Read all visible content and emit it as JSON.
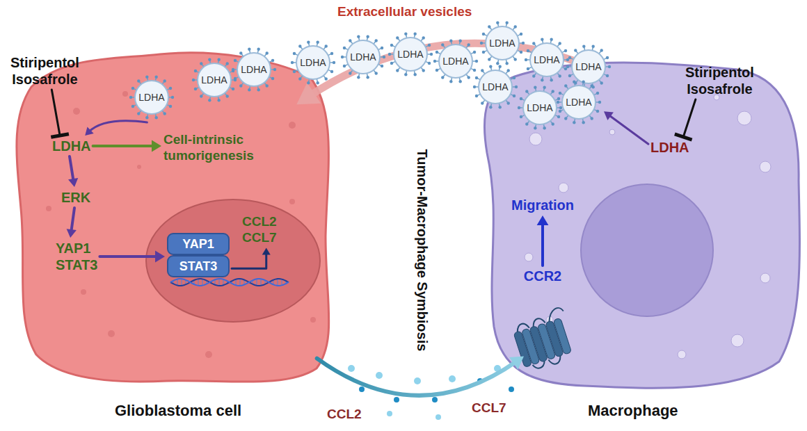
{
  "diagram": {
    "nodes": [
      {
        "text": [
          "Glioblastoma cell"
        ]
      },
      {
        "text": [
          "Stiripentol Isosafrole"
        ]
      },
      {
        "text": [
          "LDHA"
        ],
        "in": 0
      },
      {
        "text": [
          "ERK"
        ],
        "in": 0
      },
      {
        "text": [
          "YAP1 STAT3"
        ],
        "in": 0
      },
      {
        "text": [
          "Cell-intrinsic tumorigenesis"
        ],
        "in": 0
      },
      {
        "text": [
          "YAP1"
        ],
        "in": 0
      },
      {
        "text": [
          "STAT3"
        ],
        "in": 0
      },
      {
        "text": [
          "CCL2 CCL7"
        ],
        "in": 0
      },
      {
        "text": [
          "Macrophage"
        ]
      },
      {
        "text": [
          "Stiripentol Isosafrole"
        ]
      },
      {
        "text": [
          "LDHA"
        ],
        "in": 9
      },
      {
        "text": [
          "Migration"
        ],
        "in": 9
      },
      {
        "text": [
          "CCR2"
        ],
        "in": 9
      },
      {
        "text": [
          "LDHA"
        ]
      },
      {
        "text": [
          "LDHA"
        ]
      },
      {
        "text": [
          "LDHA"
        ]
      },
      {
        "text": [
          "LDHA"
        ]
      },
      {
        "text": [
          "LDHA"
        ]
      },
      {
        "text": [
          "LDHA"
        ]
      },
      {
        "text": [
          "LDHA"
        ]
      },
      {
        "text": [
          "LDHA"
        ]
      },
      {
        "text": [
          "LDHA"
        ]
      },
      {
        "text": [
          "LDHA"
        ]
      },
      {
        "text": [
          "LDHA"
        ]
      },
      {
        "text": [
          "LDHA"
        ]
      },
      {
        "text": [
          "LDHA"
        ]
      }
    ],
    "edges": [
      {
        "from": 1,
        "to": 2,
        "arrow": "to"
      },
      {
        "from": 14,
        "to": 2,
        "arrow": "to"
      },
      {
        "from": 2,
        "to": 3,
        "arrow": "to"
      },
      {
        "from": 3,
        "to": 4,
        "arrow": "to"
      },
      {
        "from": 2,
        "to": 5,
        "arrow": "to"
      },
      {
        "from": 4,
        "to": 7,
        "arrow": "to"
      },
      {
        "from": 7,
        "to": 8,
        "arrow": "to"
      },
      {
        "from": 0,
        "to": 13,
        "arrow": "to"
      },
      {
        "from": 13,
        "to": 12,
        "arrow": "to"
      },
      {
        "from": 10,
        "to": 11,
        "arrow": "to"
      },
      {
        "from": 11,
        "to": 26,
        "arrow": "to"
      },
      {
        "from": 9,
        "to": 0,
        "arrow": "to"
      }
    ],
    "labels": [
      "Extracellular vesicles",
      "Tumor-Macrophage Symbiosis",
      "CCL2",
      "CCL7"
    ]
  }
}
